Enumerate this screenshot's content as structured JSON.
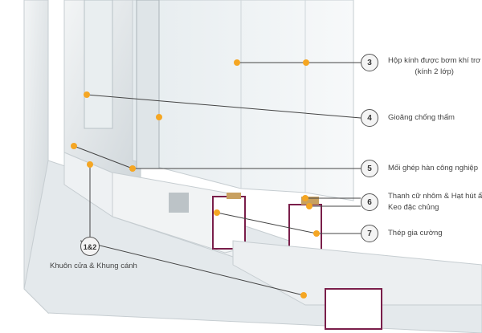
{
  "callouts": [
    {
      "number": "3",
      "lines": [
        "Hộp kính được bơm khí trơ",
        "(kính 2 lớp)"
      ]
    },
    {
      "number": "4",
      "lines": [
        "Gioăng chống thấm"
      ]
    },
    {
      "number": "5",
      "lines": [
        "Mối ghép hàn công nghiệp"
      ]
    },
    {
      "number": "6",
      "lines": [
        "Thanh cữ nhôm & Hạt hút ẩm",
        "Keo đặc chủng"
      ]
    },
    {
      "number": "7",
      "lines": [
        "Thép gia cường"
      ]
    },
    {
      "number": "1&2",
      "lines": [
        "Khuôn cửa & Khung cánh"
      ]
    }
  ],
  "colors": {
    "dot": "#f5a623",
    "line": "#444444",
    "gasket": "#7a1e4a"
  }
}
